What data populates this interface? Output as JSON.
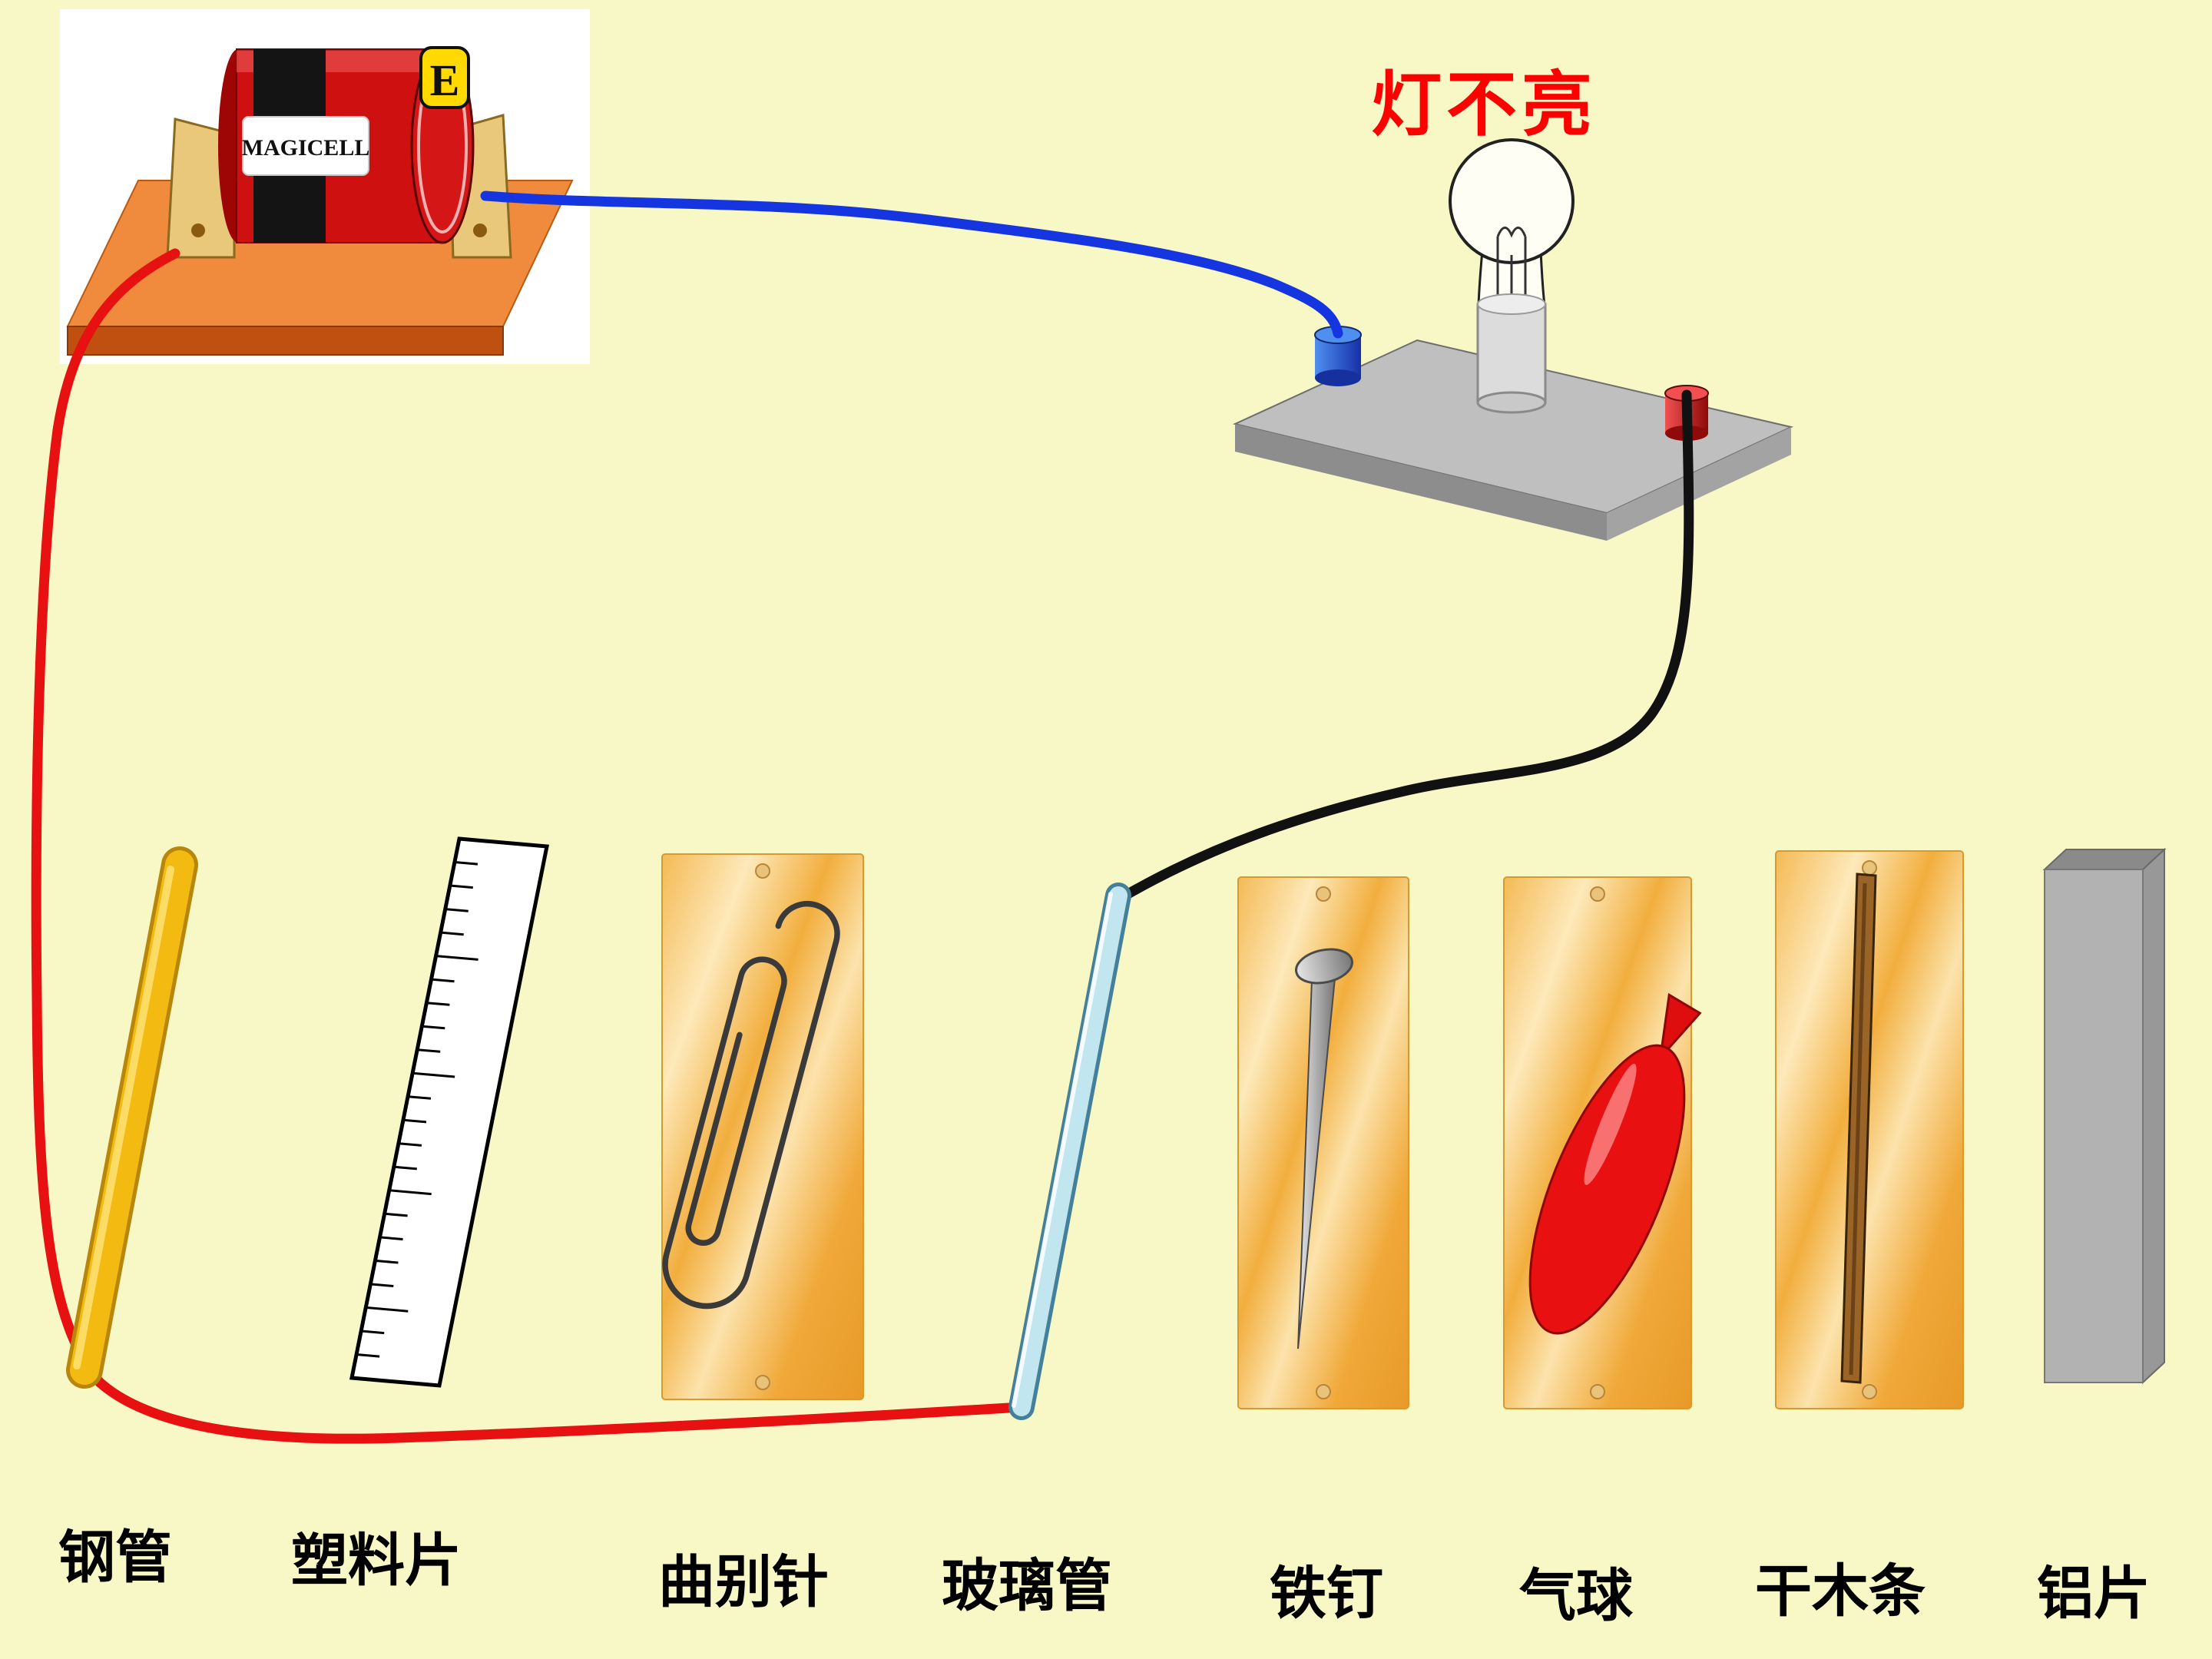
{
  "scene": {
    "status_text": "灯不亮",
    "status_color": "#FF0000",
    "background": "#F8F8C6"
  },
  "battery": {
    "brand": "MAGICELL",
    "logo_text": "E"
  },
  "colors": {
    "wire_red": "#E81111",
    "wire_blue": "#1535E0",
    "wire_black": "#111111",
    "card_orange": "#F2AE3E",
    "glass_tube": "#C2E6F0",
    "steel_pipe": "#F3BA12"
  },
  "objects": [
    {
      "id": "steel-pipe",
      "label": "钢管"
    },
    {
      "id": "plastic-sheet",
      "label": "塑料片"
    },
    {
      "id": "paper-clip",
      "label": "曲别针"
    },
    {
      "id": "glass-tube",
      "label": "玻璃管"
    },
    {
      "id": "iron-nail",
      "label": "铁钉"
    },
    {
      "id": "balloon",
      "label": "气球"
    },
    {
      "id": "wood-strip",
      "label": "干木条"
    },
    {
      "id": "aluminum-sheet",
      "label": "铝片"
    }
  ]
}
